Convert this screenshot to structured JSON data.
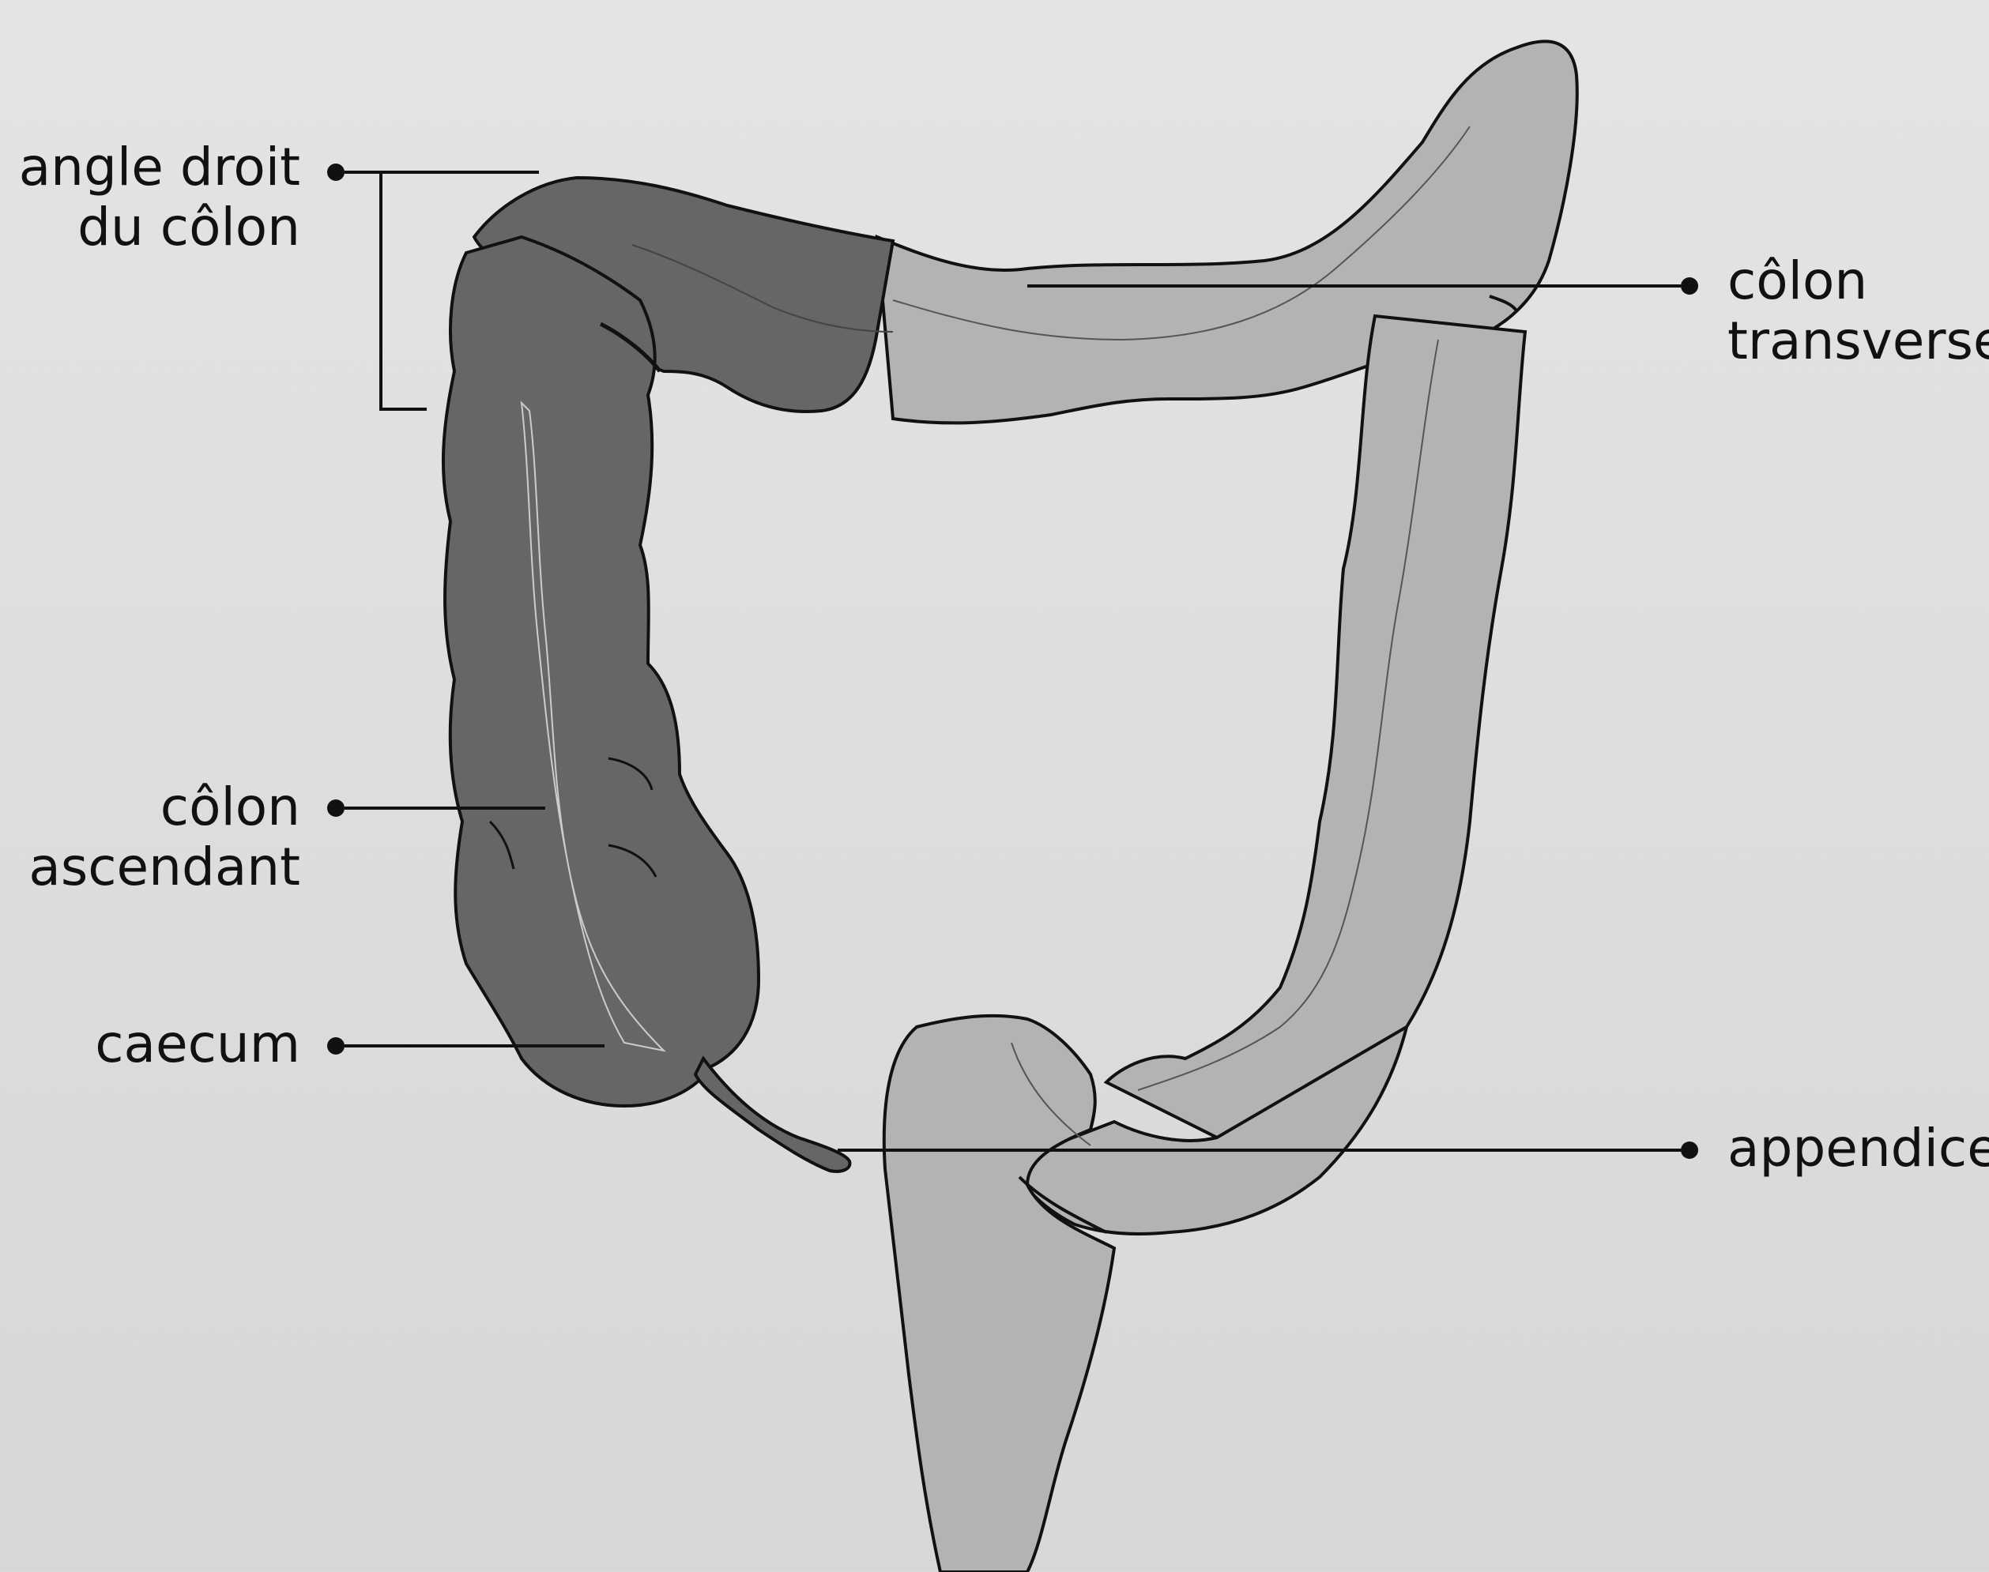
{
  "labels": {
    "angle_droit": [
      "angle droit",
      "du côlon"
    ],
    "colon_transverse": [
      "côlon",
      "transverse"
    ],
    "colon_ascendant": [
      "côlon",
      "ascendant"
    ],
    "caecum": [
      "caecum"
    ],
    "appendice": [
      "appendice"
    ]
  },
  "colors": {
    "highlight_segment": "#666666",
    "other_segment": "#b3b3b3",
    "outline": "#111111",
    "background_top": "#e4e4e4",
    "background_bottom": "#d7d7d7"
  }
}
